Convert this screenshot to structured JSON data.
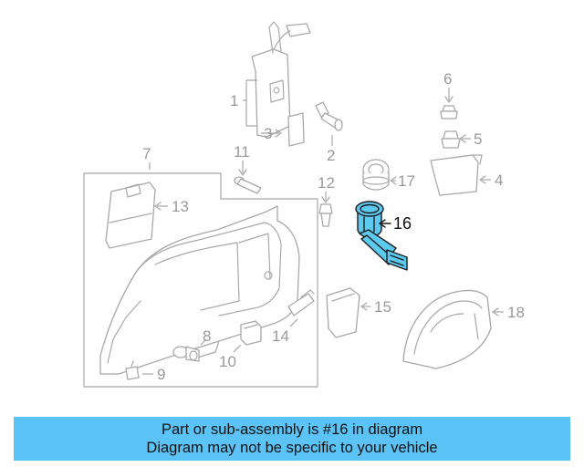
{
  "diagram": {
    "highlight_color": "#5ec9ef",
    "callouts": {
      "c1": "1",
      "c2": "2",
      "c3": "3",
      "c4": "4",
      "c5": "5",
      "c6": "6",
      "c7": "7",
      "c8": "8",
      "c9": "9",
      "c10": "10",
      "c11": "11",
      "c12": "12",
      "c13": "13",
      "c14": "14",
      "c15": "15",
      "c16": "16",
      "c17": "17",
      "c18": "18"
    }
  },
  "banner": {
    "line1": "Part or sub-assembly is #16 in diagram",
    "line2": "Diagram may not be specific to your vehicle",
    "color": "#5bc3f6"
  }
}
